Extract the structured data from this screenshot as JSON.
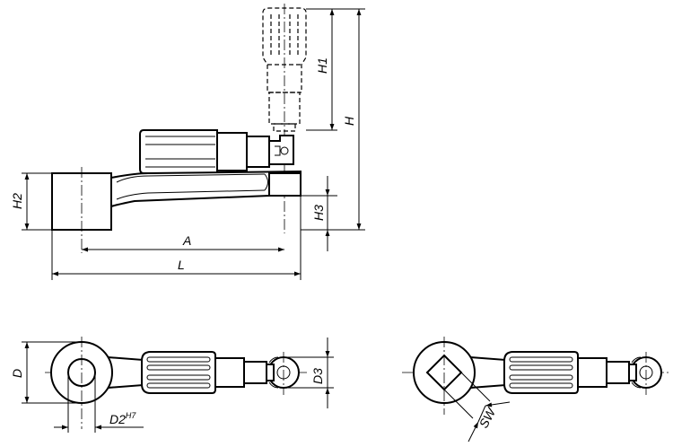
{
  "labels": {
    "h1": "H1",
    "h": "H",
    "h2": "H2",
    "h3": "H3",
    "a": "A",
    "l": "L",
    "d": "D",
    "d2": "D2",
    "d2_tolerance": "H7",
    "d3": "D3",
    "sw": "SW"
  }
}
